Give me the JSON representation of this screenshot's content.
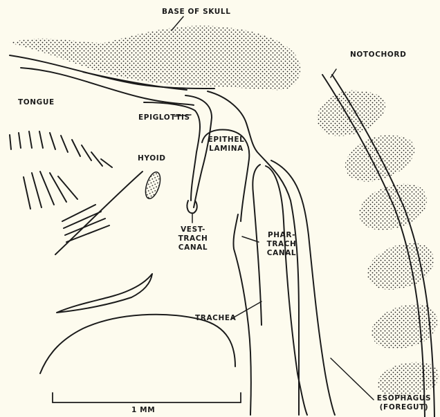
{
  "labels": {
    "base_of_skull": "BASE OF SKULL",
    "notochord": "NOTOCHORD",
    "tongue": "TONGUE",
    "epiglottis": "EPIGLOTTIS",
    "epithel_1": "EPITHEL",
    "epithel_2": "LAMINA",
    "hyoid": "HYOID",
    "vest_1": "VEST-",
    "vest_2": "TRACH",
    "vest_3": "CANAL",
    "phar_1": "PHAR-",
    "phar_2": "TRACH",
    "phar_3": "CANAL",
    "trachea": "TRACHEA",
    "esoph_1": "ESOPHAGUS",
    "esoph_2": "(FOREGUT)",
    "scale": "1 MM"
  },
  "colors": {
    "ink": "#1b1b1b",
    "paper": "#fdfbee"
  }
}
